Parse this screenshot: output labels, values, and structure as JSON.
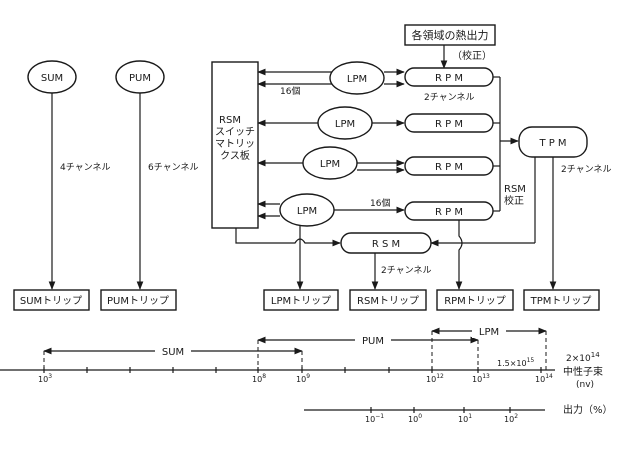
{
  "top_label": "各領域の熱出力",
  "calibration": "（校正）",
  "detectors": {
    "sum": "SUM",
    "pum": "PUM",
    "lpm": "LPM",
    "rpm": "R P M",
    "rsm": "R S M",
    "tpm": "T P M"
  },
  "rsm_matrix": [
    "RSM",
    "スイッチ",
    "マトリッ",
    "クス板"
  ],
  "rsm_calibration": [
    "RSM",
    "校正"
  ],
  "channels": {
    "sum": "4チャンネル",
    "pum": "6チャンネル",
    "rpm": "2チャンネル",
    "rsm": "2チャンネル",
    "tpm": "2チャンネル"
  },
  "counts": {
    "lpm_top": "16個",
    "lpm_bottom": "16個"
  },
  "trips": {
    "sum": "SUMトリップ",
    "pum": "PUMトリップ",
    "lpm": "LPMトリップ",
    "rsm": "RSMトリップ",
    "rpm": "RPMトリップ",
    "tpm": "TPMトリップ"
  },
  "ranges": {
    "sum": "SUM",
    "pum": "PUM",
    "lpm": "LPM"
  },
  "flux_axis": {
    "scale_note": "2×10",
    "scale_note_exp": "14",
    "marker": "1.5×10",
    "marker_exp": "15",
    "title": "中性子束",
    "unit": "(nv)",
    "ticks": [
      {
        "base": "10",
        "exp": "3"
      },
      {
        "base": "10",
        "exp": "8"
      },
      {
        "base": "10",
        "exp": "9"
      },
      {
        "base": "10",
        "exp": "12"
      },
      {
        "base": "10",
        "exp": "13"
      },
      {
        "base": "10",
        "exp": "14"
      }
    ]
  },
  "power_axis": {
    "title": "出力（%）",
    "ticks": [
      {
        "base": "10",
        "exp": "−1"
      },
      {
        "base": "10",
        "exp": "0"
      },
      {
        "base": "10",
        "exp": "1"
      },
      {
        "base": "10",
        "exp": "2"
      }
    ]
  }
}
